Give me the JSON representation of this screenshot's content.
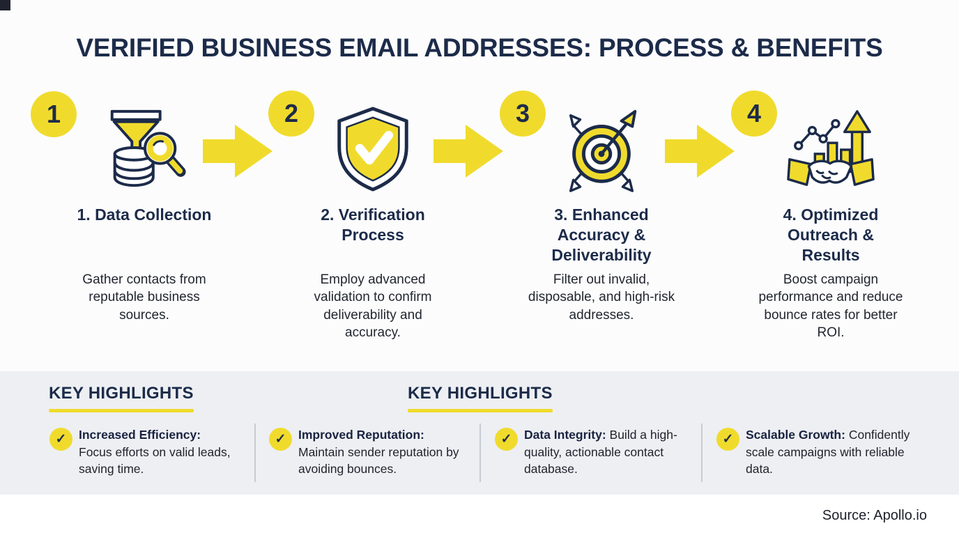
{
  "title": "VERIFIED BUSINESS EMAIL ADDRESSES: PROCESS & BENEFITS",
  "colors": {
    "accent_yellow": "#f0db2d",
    "navy": "#1c2b49",
    "body_text": "#23262f",
    "band_bg": "#edeff3",
    "divider": "#c7cbd4"
  },
  "steps": [
    {
      "number": "1",
      "icon": "funnel-database-magnifier-icon",
      "title": "1. Data Collection",
      "description": "Gather contacts from reputable business sources."
    },
    {
      "number": "2",
      "icon": "shield-check-icon",
      "title": "2. Verification Process",
      "description": "Employ advanced validation to confirm deliverability and accuracy."
    },
    {
      "number": "3",
      "icon": "target-arrows-icon",
      "title": "3. Enhanced Accuracy & Deliverability",
      "description": "Filter out invalid, disposable, and high-risk addresses."
    },
    {
      "number": "4",
      "icon": "handshake-growth-icon",
      "title": "4. Optimized Outreach & Results",
      "description": "Boost campaign performance and reduce bounce rates for better ROI."
    }
  ],
  "highlights_section": {
    "headings": [
      "KEY HIGHLIGHTS",
      "KEY HIGHLIGHTS"
    ],
    "items": [
      {
        "label": "Increased Efficiency:",
        "text": "Focus efforts on valid leads, saving time."
      },
      {
        "label": "Improved Reputation:",
        "text": "Maintain sender reputation by avoiding bounces."
      },
      {
        "label": "Data Integrity:",
        "text": "Build a high-quality, actionable contact database."
      },
      {
        "label": "Scalable Growth:",
        "text": "Confidently scale campaigns with reliable data."
      }
    ]
  },
  "footer": {
    "source": "Source: Apollo.io"
  }
}
